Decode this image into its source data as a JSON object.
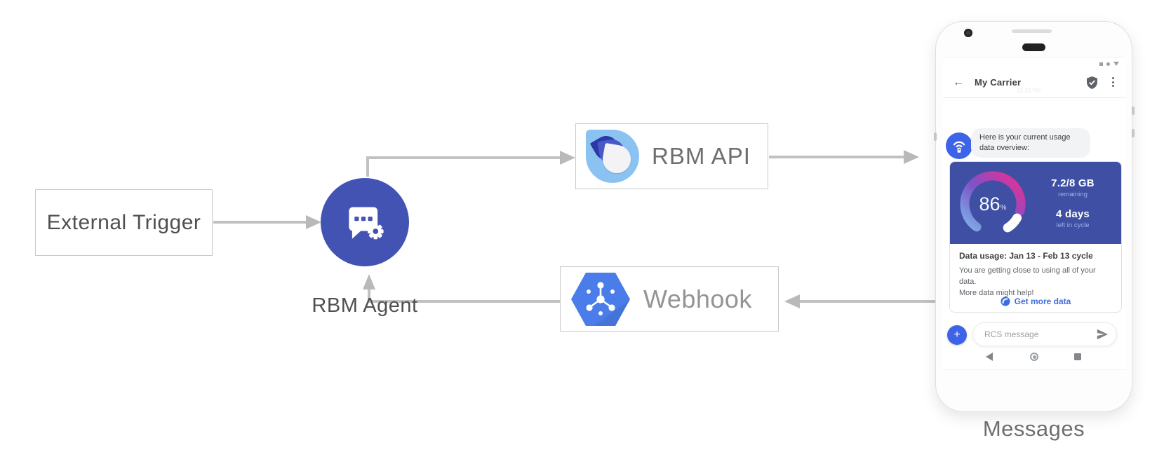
{
  "diagram": {
    "nodes": {
      "external_trigger": "External Trigger",
      "rbm_agent": "RBM Agent",
      "rbm_api": "RBM API",
      "webhook": "Webhook"
    },
    "caption": "Messages"
  },
  "phone": {
    "header": {
      "title": "My Carrier",
      "timestamp": "12:30 PM"
    },
    "messages": [
      {
        "sender": "agent",
        "text": "Here is your current usage data overview:"
      }
    ],
    "usage_card": {
      "gauge": {
        "value": "86",
        "unit": "%",
        "percent_used_display": 86
      },
      "remaining_value": "7.2/8 GB",
      "remaining_label": "remaining",
      "days_value": "4 days",
      "days_label": "left in cycle",
      "title": "Data usage: Jan 13 - Feb 13 cycle",
      "body_line1": "You are getting close to using all of your data.",
      "body_line2": "More data might help!",
      "cta_label": "Get more data"
    },
    "composer": {
      "placeholder": "RCS message"
    }
  },
  "colors": {
    "agent_circle": "#4353b4",
    "card_blue": "#3f50a4",
    "accent_blue": "#3d64e6",
    "link_blue": "#3c6cde",
    "arrow_gray": "#c1c1c1",
    "gauge_gradient": [
      "#7fb0ea",
      "#7c52c8",
      "#ee2d92"
    ]
  },
  "icons": {
    "agent": "chat-bubble-gear-icon",
    "rbm_api": "rbm-teardrop-logo",
    "webhook": "cloud-hexagon-pubsub-icon",
    "avatar": "broadcast-antenna-icon",
    "badge": "verified-shield-icon",
    "cta": "globe-icon",
    "send": "send-icon"
  }
}
